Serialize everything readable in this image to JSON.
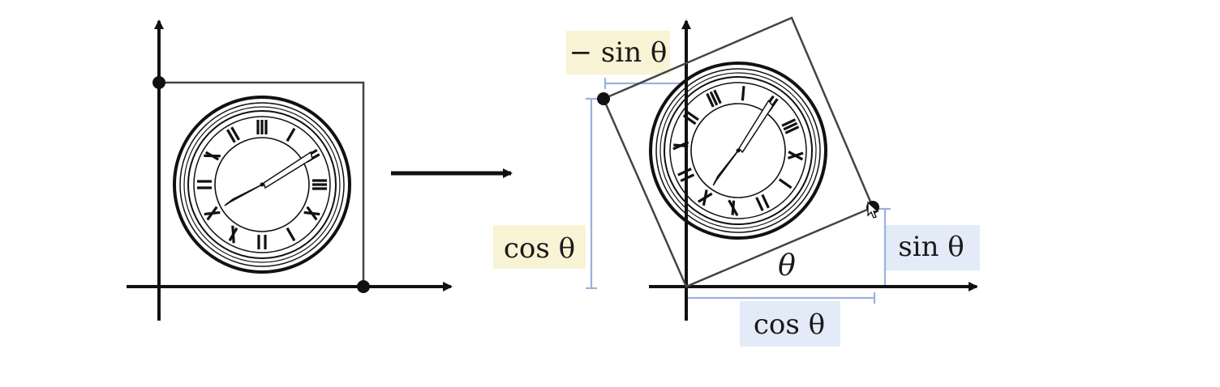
{
  "labels": {
    "neg_sin": "− sin θ",
    "cos_left": "cos θ",
    "sin_right": "sin θ",
    "cos_bottom": "cos θ",
    "theta": "θ"
  },
  "colors": {
    "ink": "#1a1a1a",
    "yellow_box": "#f8f3d4",
    "blue_box": "#e4ebf8",
    "measure_line": "#9bb1dd",
    "clock_rim": "#222222"
  },
  "icons": {
    "left_clock": "clock-icon",
    "right_clock": "clock-icon",
    "arrow": "right-arrow-icon",
    "cursor": "mouse-cursor-icon"
  }
}
